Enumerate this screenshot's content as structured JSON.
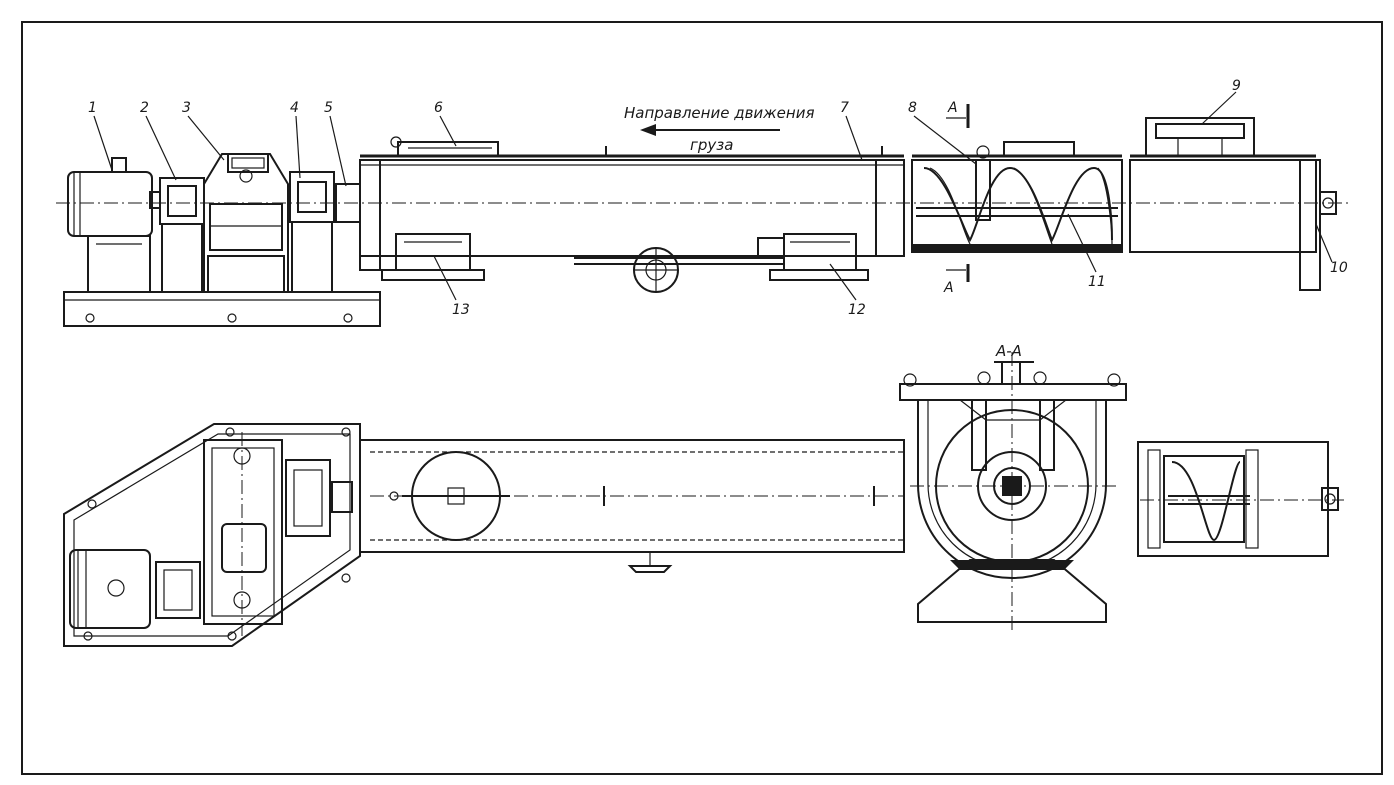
{
  "drawing": {
    "direction_caption_line1": "Направление движения",
    "direction_caption_line2": "груза",
    "section_mark": "А",
    "section_title": "А-А",
    "callouts": {
      "c1": "1",
      "c2": "2",
      "c3": "3",
      "c4": "4",
      "c5": "5",
      "c6": "6",
      "c7": "7",
      "c8": "8",
      "c9": "9",
      "c10": "10",
      "c11": "11",
      "c12": "12",
      "c13": "13"
    }
  }
}
